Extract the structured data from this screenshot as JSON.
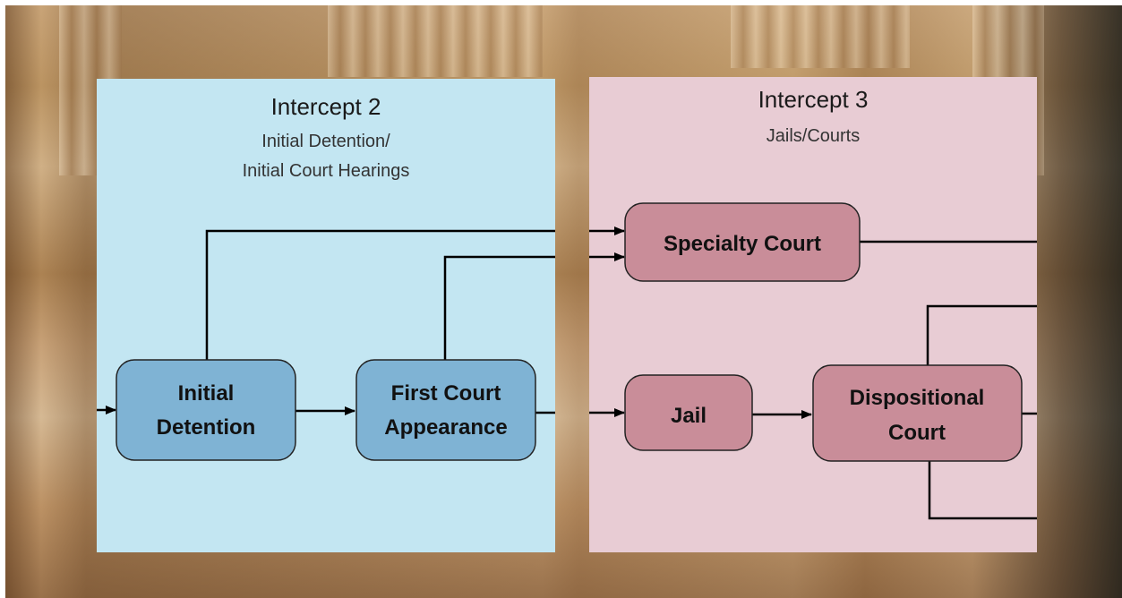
{
  "intercept2": {
    "title": "Intercept 2",
    "subtitle_line1": "Initial Detention/",
    "subtitle_line2": "Initial Court Hearings",
    "fill_color": "#c3e6f2",
    "node_color": "#7fb3d4",
    "nodes": {
      "initial_detention": {
        "line1": "Initial",
        "line2": "Detention"
      },
      "first_court_appearance": {
        "line1": "First Court",
        "line2": "Appearance"
      }
    }
  },
  "intercept3": {
    "title": "Intercept 3",
    "subtitle": "Jails/Courts",
    "fill_color": "#e8ccd4",
    "node_color": "#c98d99",
    "nodes": {
      "specialty_court": {
        "label": "Specialty Court"
      },
      "jail": {
        "label": "Jail"
      },
      "dispositional_court": {
        "line1": "Dispositional",
        "line2": "Court"
      }
    }
  }
}
